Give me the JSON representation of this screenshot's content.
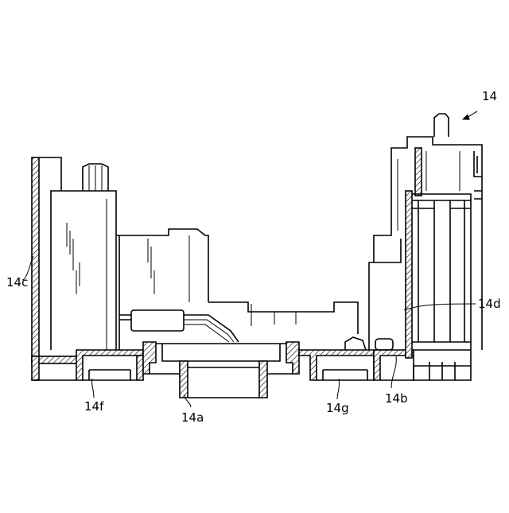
{
  "labels": {
    "l14": "14",
    "l14a": "14a",
    "l14b": "14b",
    "l14c": "14c",
    "l14d": "14d",
    "l14f": "14f",
    "l14g": "14g"
  }
}
